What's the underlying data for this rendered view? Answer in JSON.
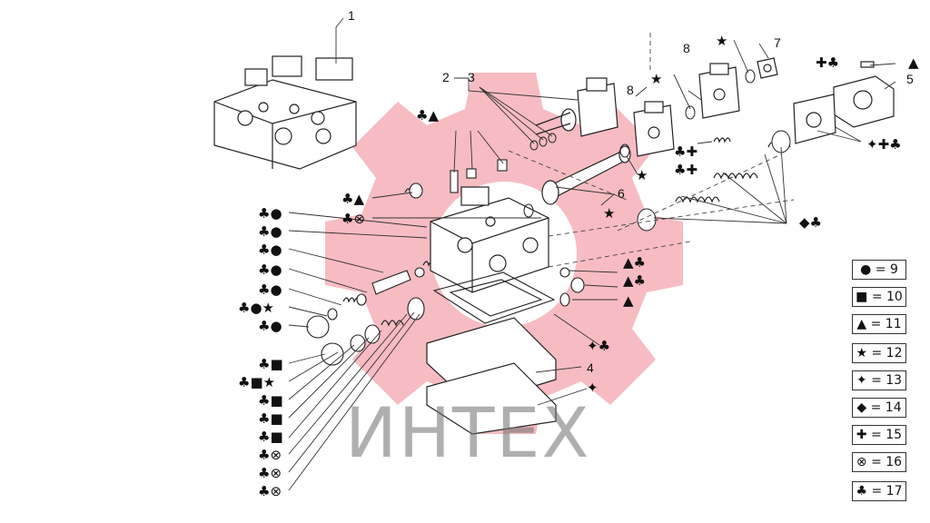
{
  "watermark": {
    "text": "ИНТЕХ",
    "gear_color": "#f4a6ad"
  },
  "part_numbers": [
    "1",
    "2",
    "3",
    "4",
    "5",
    "6",
    "7",
    "8",
    "8"
  ],
  "callouts": {
    "left": [
      "♣●",
      "♣●",
      "♣●",
      "♣●",
      "♣●",
      "♣●★",
      "♣●",
      "♣■",
      "♣■★",
      "♣■",
      "♣■",
      "♣■",
      "♣⊗",
      "♣⊗",
      "♣⊗"
    ],
    "top_center": "♣▲",
    "mid_left_1": "♣▲",
    "mid_left_2": "♣⊗",
    "mid_right_1": "▲♣",
    "mid_right_2": "▲♣",
    "mid_right_3": "▲",
    "star_center": "★",
    "star_right": "★",
    "star_top_left": "★",
    "star_top": "★",
    "clubs_plus": "♣✚",
    "clubs_plus_2": "♣✚",
    "plus_clubs_top": "✚♣",
    "triangle_top": "▲",
    "cross_plus_clubs": "✦✚♣",
    "diamond_clubs": "◆♣",
    "cross_clubs": "✦♣",
    "cross": "✦"
  },
  "legend": [
    {
      "label": "● = 9"
    },
    {
      "label": "■ = 10"
    },
    {
      "label": "▲ = 11"
    },
    {
      "label": "★ = 12"
    },
    {
      "label": "✦ = 13"
    },
    {
      "label": "◆ = 14"
    },
    {
      "label": "✚ = 15"
    },
    {
      "label": "⊗ = 16"
    },
    {
      "label": "♣ = 17"
    }
  ]
}
